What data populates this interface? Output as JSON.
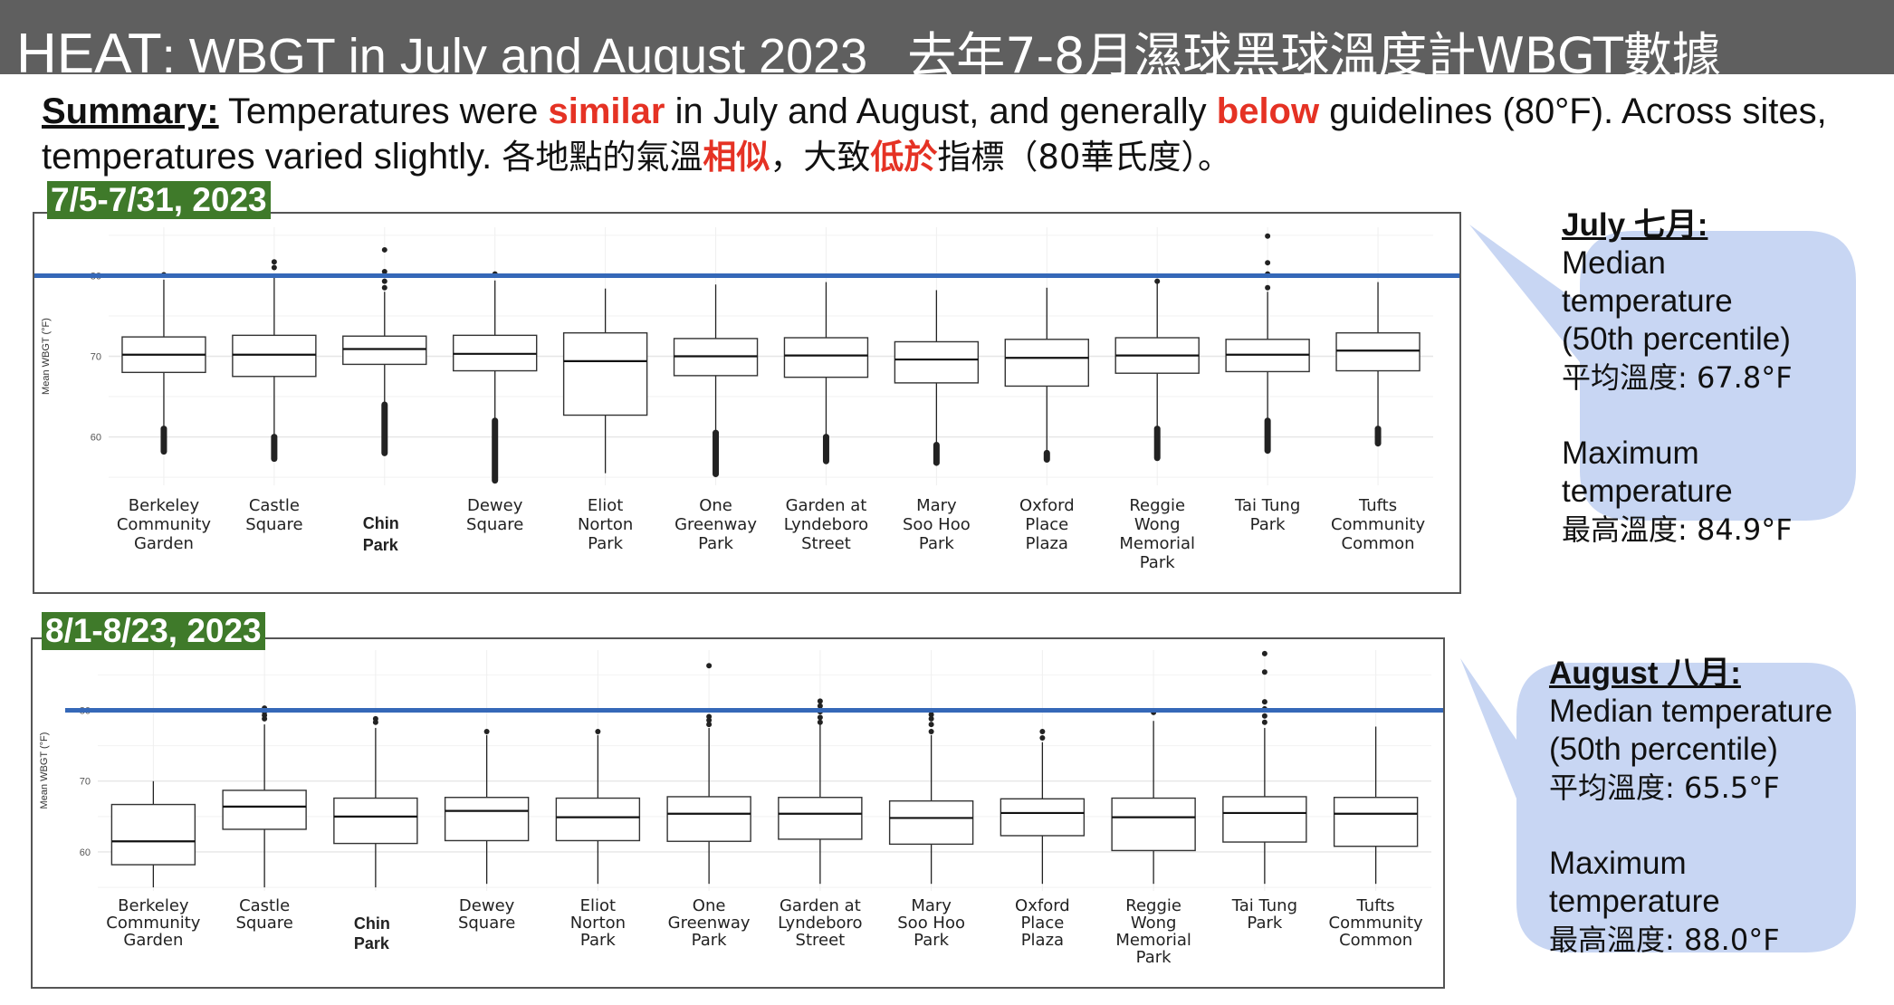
{
  "header": {
    "title_main": "HEAT",
    "title_rest": ": WBGT in July and August 2023",
    "title_zh": "去年7-8月濕球黑球溫度計WBGT數據"
  },
  "summary": {
    "lead": "Summary:",
    "s1": " Temperatures were ",
    "w1": "similar",
    "s2": " in July and August, and generally ",
    "w2": "below",
    "s3": " guidelines (80°F). Across sites,",
    "s4": "temperatures varied slightly. ",
    "z1": "各地點的氣溫",
    "zw1": "相似",
    "z2": "，大致",
    "zw2": "低於",
    "z3": "指標（80華氏度）。"
  },
  "colors": {
    "header_bg": "#5f5f5f",
    "highlight": "#e53224",
    "period_bg": "#3f7a2a",
    "guideline": "#3568b8",
    "callout_bg": "#c8d6f3"
  },
  "july_callout": {
    "heading": "July 七月:",
    "l1": "Median",
    "l2": "temperature",
    "l3": "(50th percentile)",
    "l4": "平均溫度: 67.8°F",
    "l5": "Maximum",
    "l6": "temperature",
    "l7": "最高溫度: 84.9°F"
  },
  "aug_callout": {
    "heading": "August 八月:",
    "l1": "Median temperature",
    "l2": "(50th percentile)",
    "l3": "平均溫度: 65.5°F",
    "l4": "Maximum",
    "l5": "temperature",
    "l6": "最高溫度: 88.0°F"
  },
  "chart_data": [
    {
      "type": "box",
      "period_label": "7/5-7/31, 2023",
      "ylabel": "Mean WBGT (°F)",
      "ylim": [
        54,
        86
      ],
      "yticks": [
        60,
        70,
        80
      ],
      "guideline": 80,
      "categories": [
        {
          "label": [
            "Berkeley",
            "Community",
            "Garden"
          ],
          "whisker_low": 61,
          "q1": 68,
          "median": 70.2,
          "q3": 72.4,
          "whisker_high": 79.5,
          "outliers_low": [
            58.2,
            61
          ],
          "outliers_high": [
            80.1
          ]
        },
        {
          "label": [
            "Castle",
            "Square"
          ],
          "whisker_low": 60,
          "q1": 67.5,
          "median": 70.2,
          "q3": 72.6,
          "whisker_high": 80,
          "outliers_low": [
            57.3,
            60
          ],
          "outliers_high": [
            81,
            81.7
          ]
        },
        {
          "label": [
            "Chin",
            "Park"
          ],
          "whisker_low": 64,
          "q1": 69,
          "median": 70.9,
          "q3": 72.5,
          "whisker_high": 78,
          "outliers_low": [
            58,
            64
          ],
          "outliers_high": [
            78.5,
            79.3,
            80.5,
            83.2
          ]
        },
        {
          "label": [
            "Dewey",
            "Square"
          ],
          "whisker_low": 62,
          "q1": 68.2,
          "median": 70.3,
          "q3": 72.6,
          "whisker_high": 79.4,
          "outliers_low": [
            54.6,
            62
          ],
          "outliers_high": [
            80.2
          ]
        },
        {
          "label": [
            "Eliot",
            "Norton",
            "Park"
          ],
          "whisker_low": 55.5,
          "q1": 62.7,
          "median": 69.4,
          "q3": 72.9,
          "whisker_high": 78.4,
          "outliers_low": [],
          "outliers_high": []
        },
        {
          "label": [
            "One",
            "Greenway",
            "Park"
          ],
          "whisker_low": 60.5,
          "q1": 67.6,
          "median": 70,
          "q3": 72.2,
          "whisker_high": 78.9,
          "outliers_low": [
            55.4,
            60.5
          ],
          "outliers_high": []
        },
        {
          "label": [
            "Garden at",
            "Lyndeboro",
            "Street"
          ],
          "whisker_low": 60,
          "q1": 67.4,
          "median": 70.1,
          "q3": 72.3,
          "whisker_high": 79.2,
          "outliers_low": [
            57,
            60
          ],
          "outliers_high": []
        },
        {
          "label": [
            "Mary",
            "Soo Hoo",
            "Park"
          ],
          "whisker_low": 59,
          "q1": 66.7,
          "median": 69.6,
          "q3": 71.8,
          "whisker_high": 78.2,
          "outliers_low": [
            56.8,
            59
          ],
          "outliers_high": []
        },
        {
          "label": [
            "Oxford",
            "Place",
            "Plaza"
          ],
          "whisker_low": 58,
          "q1": 66.3,
          "median": 69.8,
          "q3": 72.1,
          "whisker_high": 78.5,
          "outliers_low": [
            57.2,
            58
          ],
          "outliers_high": []
        },
        {
          "label": [
            "Reggie",
            "Wong",
            "Memorial",
            "Park"
          ],
          "whisker_low": 61,
          "q1": 67.9,
          "median": 70.1,
          "q3": 72.3,
          "whisker_high": 79,
          "outliers_low": [
            57.4,
            61
          ],
          "outliers_high": [
            79.3
          ]
        },
        {
          "label": [
            "Tai Tung",
            "Park"
          ],
          "whisker_low": 62,
          "q1": 68.1,
          "median": 70.2,
          "q3": 72.1,
          "whisker_high": 78,
          "outliers_low": [
            58.3,
            62
          ],
          "outliers_high": [
            78.5,
            80.2,
            81.6,
            84.9
          ]
        },
        {
          "label": [
            "Tufts",
            "Community",
            "Common"
          ],
          "whisker_low": 61,
          "q1": 68.2,
          "median": 70.7,
          "q3": 72.9,
          "whisker_high": 79.2,
          "outliers_low": [
            59.2,
            61
          ],
          "outliers_high": []
        }
      ]
    },
    {
      "type": "box",
      "period_label": "8/1-8/23, 2023",
      "ylabel": "Mean WBGT (°F)",
      "ylim": [
        54.5,
        88.5
      ],
      "yticks": [
        60,
        70,
        80
      ],
      "guideline": 80,
      "categories": [
        {
          "label": [
            "Berkeley",
            "Community",
            "Garden"
          ],
          "whisker_low": 55,
          "q1": 58.2,
          "median": 61.5,
          "q3": 66.7,
          "whisker_high": 70,
          "outliers_low": [],
          "outliers_high": []
        },
        {
          "label": [
            "Castle",
            "Square"
          ],
          "whisker_low": 55,
          "q1": 63.2,
          "median": 66.4,
          "q3": 68.7,
          "whisker_high": 78,
          "outliers_low": [],
          "outliers_high": [
            78.8,
            79.3,
            79.8,
            80.3
          ]
        },
        {
          "label": [
            "Chin",
            "Park"
          ],
          "whisker_low": 55,
          "q1": 61.2,
          "median": 65,
          "q3": 67.6,
          "whisker_high": 77.5,
          "outliers_low": [],
          "outliers_high": [
            78.3,
            78.8
          ]
        },
        {
          "label": [
            "Dewey",
            "Square"
          ],
          "whisker_low": 55.5,
          "q1": 61.6,
          "median": 65.8,
          "q3": 67.7,
          "whisker_high": 76.5,
          "outliers_low": [],
          "outliers_high": [
            77
          ]
        },
        {
          "label": [
            "Eliot",
            "Norton",
            "Park"
          ],
          "whisker_low": 55.5,
          "q1": 61.6,
          "median": 64.9,
          "q3": 67.6,
          "whisker_high": 76.5,
          "outliers_low": [],
          "outliers_high": [
            77
          ]
        },
        {
          "label": [
            "One",
            "Greenway",
            "Park"
          ],
          "whisker_low": 55.5,
          "q1": 61.5,
          "median": 65.4,
          "q3": 67.8,
          "whisker_high": 77.5,
          "outliers_low": [],
          "outliers_high": [
            78,
            78.6,
            79.1,
            86.3
          ]
        },
        {
          "label": [
            "Garden at",
            "Lyndeboro",
            "Street"
          ],
          "whisker_low": 55.5,
          "q1": 61.8,
          "median": 65.4,
          "q3": 67.7,
          "whisker_high": 78,
          "outliers_low": [],
          "outliers_high": [
            78.3,
            79,
            79.8,
            80.6,
            81.3
          ]
        },
        {
          "label": [
            "Mary",
            "Soo Hoo",
            "Park"
          ],
          "whisker_low": 55.5,
          "q1": 61.1,
          "median": 64.8,
          "q3": 67.2,
          "whisker_high": 76.5,
          "outliers_low": [],
          "outliers_high": [
            77,
            78,
            78.8,
            79.4
          ]
        },
        {
          "label": [
            "Oxford",
            "Place",
            "Plaza"
          ],
          "whisker_low": 55.5,
          "q1": 62.3,
          "median": 65.5,
          "q3": 67.5,
          "whisker_high": 75.5,
          "outliers_low": [],
          "outliers_high": [
            76.1,
            77
          ]
        },
        {
          "label": [
            "Reggie",
            "Wong",
            "Memorial",
            "Park"
          ],
          "whisker_low": 55.5,
          "q1": 60.2,
          "median": 64.9,
          "q3": 67.6,
          "whisker_high": 78.5,
          "outliers_low": [],
          "outliers_high": [
            79.7
          ]
        },
        {
          "label": [
            "Tai Tung",
            "Park"
          ],
          "whisker_low": 55.5,
          "q1": 61.4,
          "median": 65.5,
          "q3": 67.8,
          "whisker_high": 77.5,
          "outliers_low": [],
          "outliers_high": [
            78.3,
            79.2,
            80.2,
            81.2,
            85.4,
            88
          ]
        },
        {
          "label": [
            "Tufts",
            "Community",
            "Common"
          ],
          "whisker_low": 55.5,
          "q1": 60.8,
          "median": 65.4,
          "q3": 67.7,
          "whisker_high": 77.7,
          "outliers_low": [],
          "outliers_high": []
        }
      ]
    }
  ]
}
